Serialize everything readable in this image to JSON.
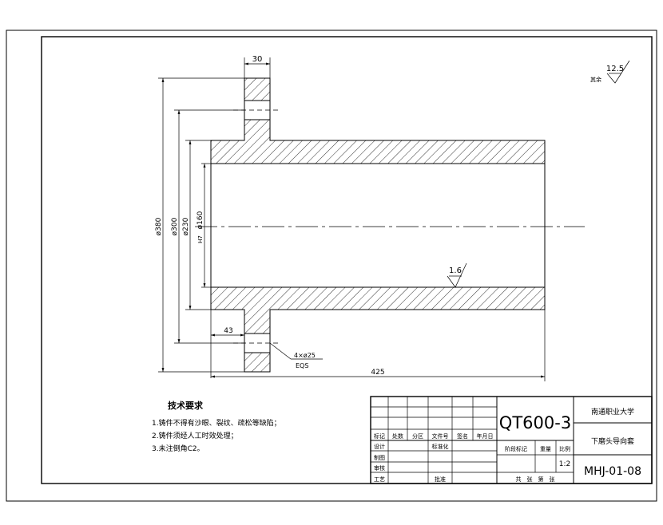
{
  "dims": {
    "flange_width": "30",
    "dia_outer_flange": "ø380",
    "dia_bolt_circle": "ø300",
    "dia_body": "ø230",
    "dia_bore": "ø160",
    "bore_tol": "H7",
    "left_offset": "43",
    "total_length": "425",
    "holes_callout": "4×ø25",
    "holes_note": "EQS"
  },
  "roughness": {
    "general": "12.5",
    "general_note": "其余",
    "bore": "1.6"
  },
  "tech": {
    "title": "技术要求",
    "items": [
      "1.铸件不得有沙眼、裂纹、疏松等缺陷；",
      "2.铸件须经人工时效处理；",
      "3.未注倒角C2。"
    ]
  },
  "title_block": {
    "material": "QT600-3",
    "school": "南通职业大学",
    "part_name": "下磨头导向套",
    "drawing_no": "MHJ-01-08",
    "scale": "1:2",
    "row_labels": {
      "mark": "标记",
      "count": "处数",
      "zone": "分区",
      "doc_no": "文件号",
      "sign": "签名",
      "date": "年月日",
      "design": "设计",
      "standard": "标准化",
      "draw": "制图",
      "check": "审核",
      "process": "工艺",
      "approve": "批准",
      "stage_mark": "阶段标记",
      "weight": "重量",
      "scale_label": "比例",
      "sheets": "共　张　第　张"
    }
  }
}
